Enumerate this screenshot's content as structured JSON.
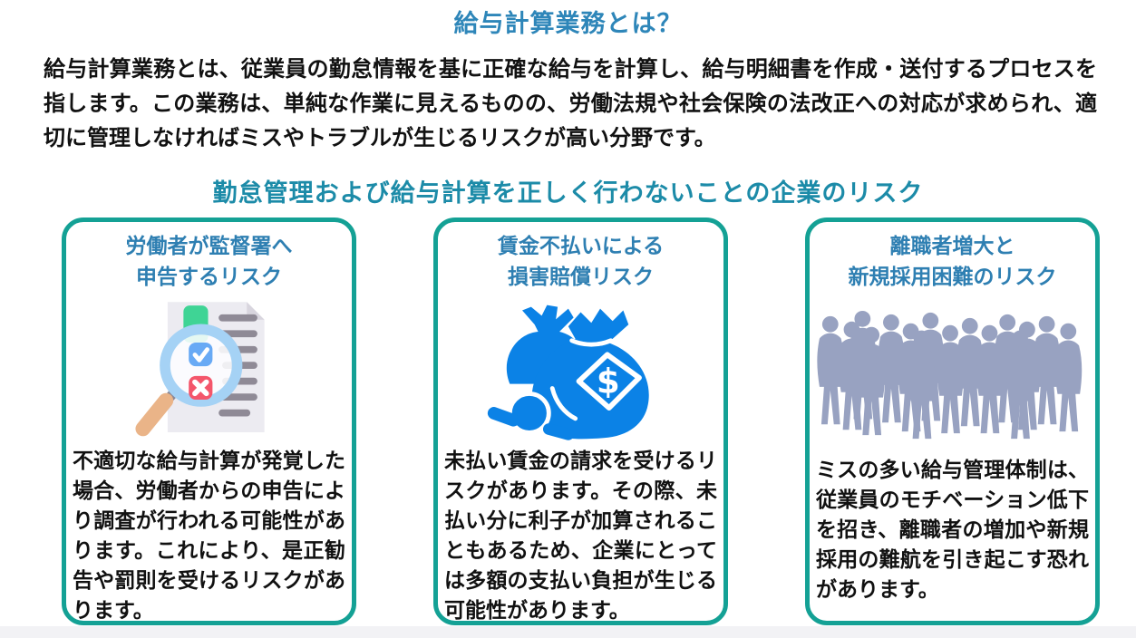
{
  "page": {
    "title": "給与計算業務とは？",
    "intro": "給与計算業務とは、従業員の勤怠情報を基に正確な給与を計算し、給与明細書を作成・送付するプロセスを指します。この業務は、単純な作業に見えるものの、労働法規や社会保険の法改正への対応が求められ、適切に管理しなければミスやトラブルが生じるリスクが高い分野です。",
    "section_title": "勤怠管理および給与計算を正しく行わないことの企業のリスク"
  },
  "cards": [
    {
      "title": "労働者が監督署へ\n申告するリスク",
      "icon": "magnifier-checklist-icon",
      "body": "不適切な給与計算が発覚した場合、労働者からの申告により調査が行われる可能性があります。これにより、是正勧告や罰則を受けるリスクがあります。"
    },
    {
      "title": "賃金不払いによる\n損害賠償リスク",
      "icon": "money-bags-icon",
      "body": "未払い賃金の請求を受けるリスクがあります。その際、未払い分に利子が加算されることもあるため、企業にとっては多額の支払い負担が生じる可能性があります。"
    },
    {
      "title": "離職者増大と\n新規採用困難のリスク",
      "icon": "crowd-icon",
      "body": "ミスの多い給与管理体制は、従業員のモチベーション低下を招き、離職者の増加や新規採用の難航を引き起こす恐れがあります。"
    }
  ],
  "colors": {
    "heading_blue": "#2E86B9",
    "section_teal": "#1C8BA8",
    "card_title_blue": "#2E7FB2",
    "card_border_teal": "#14A195",
    "money_bag_blue": "#0B82E6",
    "crowd_gray_blue": "#98A2C1",
    "body_text": "#111111"
  }
}
